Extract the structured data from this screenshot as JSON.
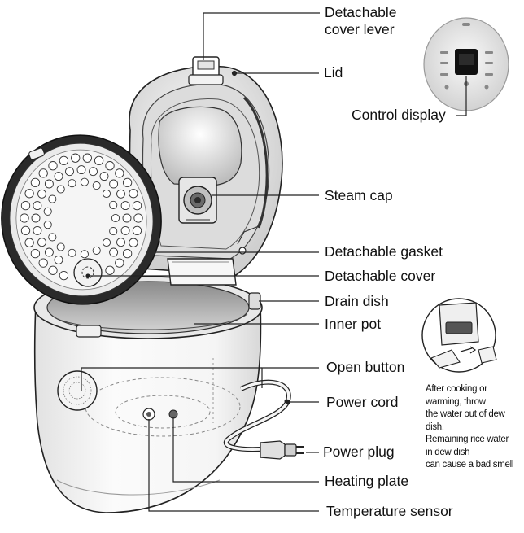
{
  "labels": {
    "cover_lever": [
      "Detachable",
      "cover lever"
    ],
    "lid": "Lid",
    "control_display": "Control display",
    "steam_cap": "Steam cap",
    "gasket": "Detachable gasket",
    "cover": "Detachable cover",
    "drain_dish": "Drain dish",
    "inner_pot": "Inner pot",
    "open_button": "Open button",
    "power_cord": "Power cord",
    "power_plug": "Power plug",
    "heating_plate": "Heating plate",
    "temperature_sensor": "Temperature sensor"
  },
  "note_lines": [
    "After cooking or",
    "warming, throw",
    "the water out of dew",
    "dish.",
    "Remaining rice water",
    "in dew dish",
    "can cause a bad smell"
  ],
  "colors": {
    "ink": "#111111",
    "leader": "#222222",
    "body_fill": "#f4f4f4",
    "shade": "#c8c8c8"
  }
}
